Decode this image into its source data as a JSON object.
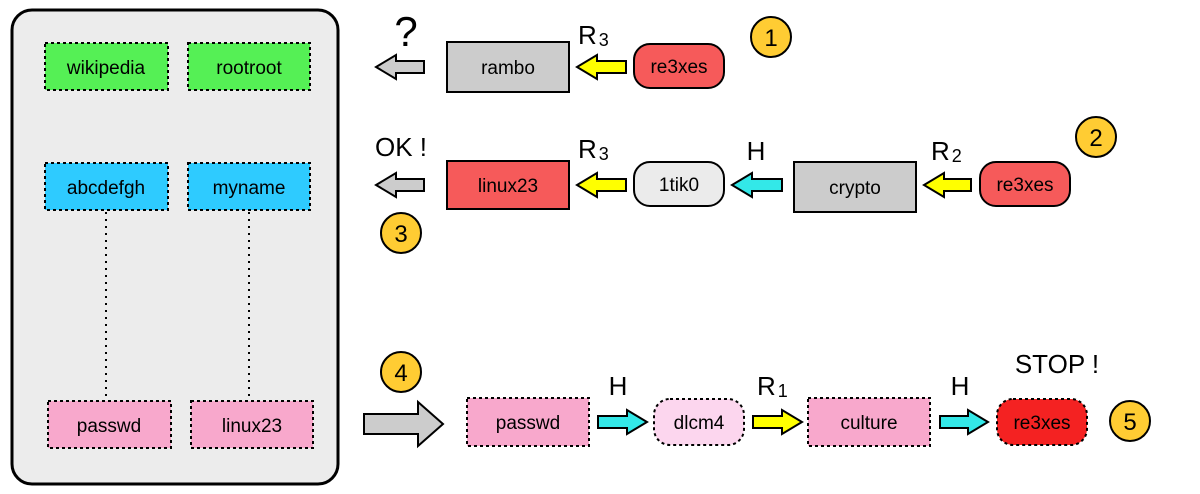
{
  "table": {
    "row1": [
      "wikipedia",
      "rootroot"
    ],
    "row2": [
      "abcdefgh",
      "myname"
    ],
    "row3": [
      "passwd",
      "linux23"
    ]
  },
  "chain1": {
    "result": "?",
    "reduce_label": "R",
    "reduce_sub": "3",
    "node_rambo": "rambo",
    "node_start": "re3xes",
    "badge": "1"
  },
  "chain2": {
    "result": "OK !",
    "r3_label": "R",
    "r3_sub": "3",
    "h_label": "H",
    "r2_label": "R",
    "r2_sub": "2",
    "node_linux23": "linux23",
    "node_1tik0": "1tik0",
    "node_crypto": "crypto",
    "node_start": "re3xes",
    "badge_top": "2",
    "badge_bottom": "3"
  },
  "chain3": {
    "badge_left": "4",
    "h1_label": "H",
    "r1_label": "R",
    "r1_sub": "1",
    "h2_label": "H",
    "node_passwd": "passwd",
    "node_dlcm4": "dlcm4",
    "node_culture": "culture",
    "node_end": "re3xes",
    "stop": "STOP !",
    "badge_right": "5"
  },
  "colors": {
    "green": "#55f055",
    "blue": "#2ecbff",
    "pink": "#f8a8cc",
    "light_pink": "#fcd6ee",
    "gray": "#cccccc",
    "red": "#f65a5a",
    "bright_red": "#f42222",
    "yellow": "#ffff00",
    "cyan": "#33e8e8",
    "badge": "#ffcc33",
    "panel": "#ececec"
  }
}
